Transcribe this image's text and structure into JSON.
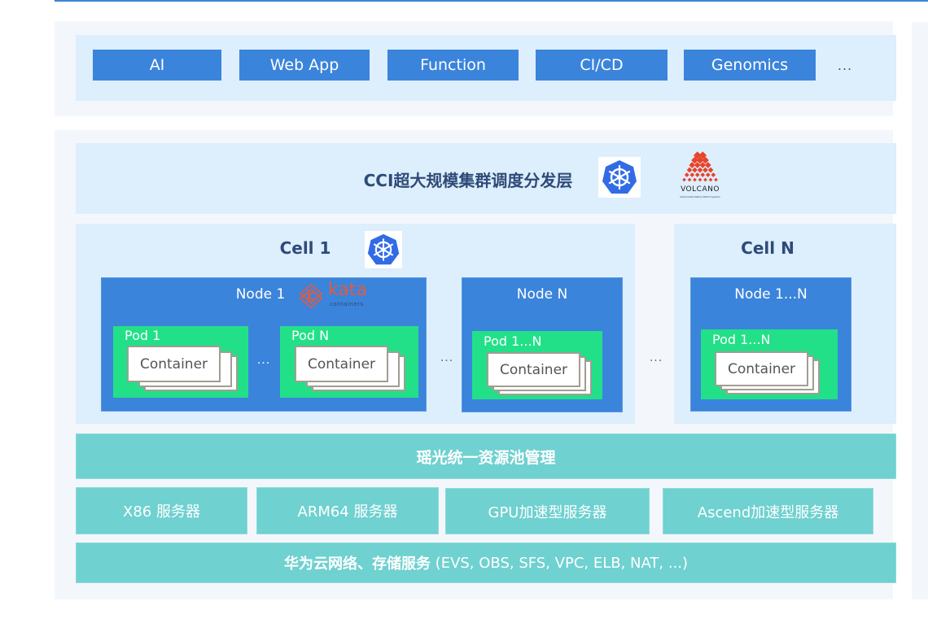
{
  "workloads": {
    "items": [
      "AI",
      "Web App",
      "Function",
      "CI/CD",
      "Genomics"
    ],
    "more": "..."
  },
  "scheduler": {
    "title": "CCI超大规模集群调度分发层",
    "logos": {
      "kubernetes": "kubernetes-logo",
      "volcano": {
        "name": "VOLCANO",
        "tagline": "Kubernetes Native Batch System"
      }
    }
  },
  "cells": [
    {
      "title": "Cell 1",
      "nodes": [
        {
          "label": "Node 1",
          "runtime_logo": {
            "name": "kata",
            "sub": "containers"
          },
          "pods": [
            {
              "label": "Pod 1",
              "container": "Container"
            },
            {
              "label": "Pod N",
              "container": "Container"
            }
          ],
          "pods_gap": "..."
        },
        {
          "label": "Node N",
          "pods": [
            {
              "label": "Pod 1...N",
              "container": "Container"
            }
          ]
        }
      ],
      "nodes_gap": "..."
    },
    {
      "title": "Cell N",
      "nodes": [
        {
          "label": "Node 1...N",
          "pods": [
            {
              "label": "Pod 1...N",
              "container": "Container"
            }
          ]
        }
      ]
    }
  ],
  "cells_gap": "...",
  "resource_pool": {
    "title": "瑶光统一资源池管理",
    "servers": [
      "X86 服务器",
      "ARM64 服务器",
      "GPU加速型服务器",
      "Ascend加速型服务器"
    ]
  },
  "cloud_services": {
    "title_bold": "华为云网络、存储服务",
    "title_rest": " (EVS, OBS, SFS, VPC, ELB, NAT, ...)"
  },
  "colors": {
    "workload_blue": "#3b84db",
    "panel_light": "#ddeefc",
    "panel_outer": "#f3f7fc",
    "pod_green": "#22e088",
    "teal": "#6fd1d0",
    "title_navy": "#2e4a78",
    "kata_red": "#e25a3f",
    "volcano_red": "#e8432a"
  }
}
